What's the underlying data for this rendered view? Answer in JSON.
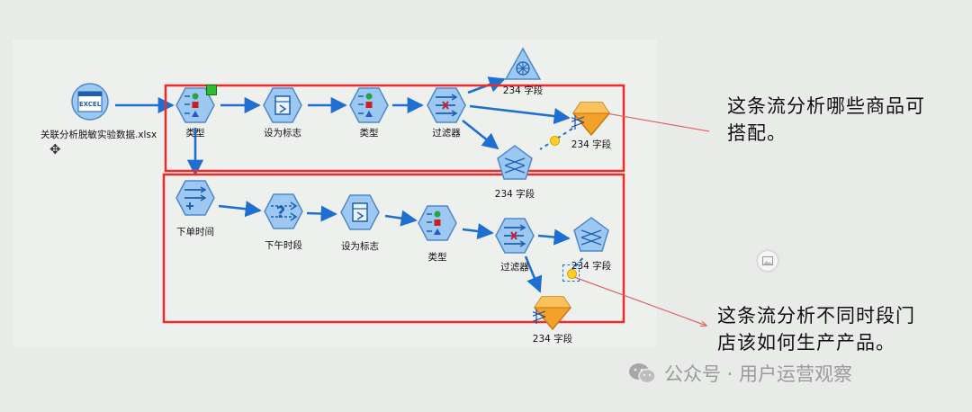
{
  "nodes": {
    "source_file": "关联分析脱敏实验数据.xlsx",
    "source_badge": "EXCEL",
    "row1": {
      "type1": "类型",
      "flag1": "设为标志",
      "type2": "类型",
      "filter": "过滤器",
      "web_top": "234 字段",
      "apriori": "234 字段",
      "web_mid": "234 字段"
    },
    "row2": {
      "order_time": "下单时间",
      "afternoon": "下午时段",
      "flag2": "设为标志",
      "type3": "类型",
      "filter2": "过滤器",
      "web_right": "234 字段",
      "apriori2": "234 字段"
    }
  },
  "notes": {
    "top": [
      "这条流分析哪些商品可",
      "搭配。"
    ],
    "bottom": [
      "这条流分析不同时段门",
      "店该如何生产产品。"
    ]
  },
  "watermark": "公众号 · 用户运营观察",
  "colors": {
    "frame": "#ee2b2b",
    "arrow": "#1f6fd1",
    "node": "#8ec0ef",
    "apriori": "#f4a12a",
    "note_line": "#e06767"
  }
}
